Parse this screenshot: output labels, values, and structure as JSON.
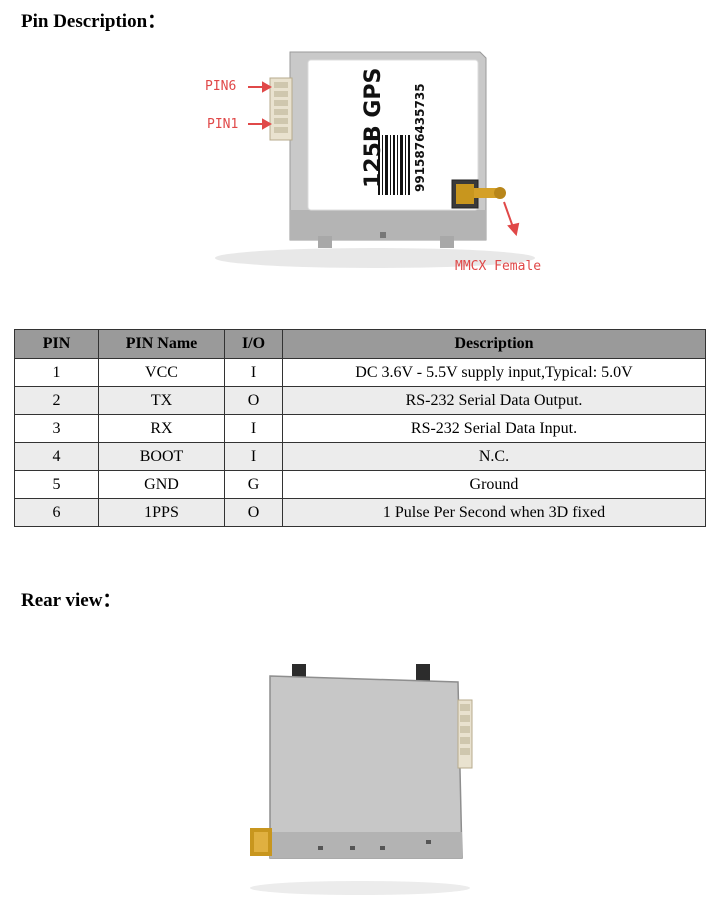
{
  "headings": {
    "pin_description": "Pin Description：",
    "rear_view": "Rear view："
  },
  "module_label": {
    "model": "125B GPS",
    "serial": "9915876435735"
  },
  "callouts": {
    "pin6": "PIN6",
    "pin1": "PIN1",
    "mmcx": "MMCX Female"
  },
  "table": {
    "headers": [
      "PIN",
      "PIN Name",
      "I/O",
      "Description"
    ],
    "rows": [
      {
        "pin": "1",
        "name": "VCC",
        "io": "I",
        "description": "DC 3.6V - 5.5V supply input,Typical: 5.0V"
      },
      {
        "pin": "2",
        "name": "TX",
        "io": "O",
        "description": "RS-232 Serial Data Output."
      },
      {
        "pin": "3",
        "name": "RX",
        "io": "I",
        "description": "RS-232 Serial Data Input."
      },
      {
        "pin": "4",
        "name": "BOOT",
        "io": "I",
        "description": "N.C."
      },
      {
        "pin": "5",
        "name": "GND",
        "io": "G",
        "description": "Ground"
      },
      {
        "pin": "6",
        "name": "1PPS",
        "io": "O",
        "description": "1 Pulse Per Second when 3D fixed"
      }
    ]
  },
  "colors": {
    "header_bg": "#9a9a9a",
    "callout": "#e04848",
    "shield_metal": "#c8c8c8",
    "connector_gold": "#c8961e"
  }
}
